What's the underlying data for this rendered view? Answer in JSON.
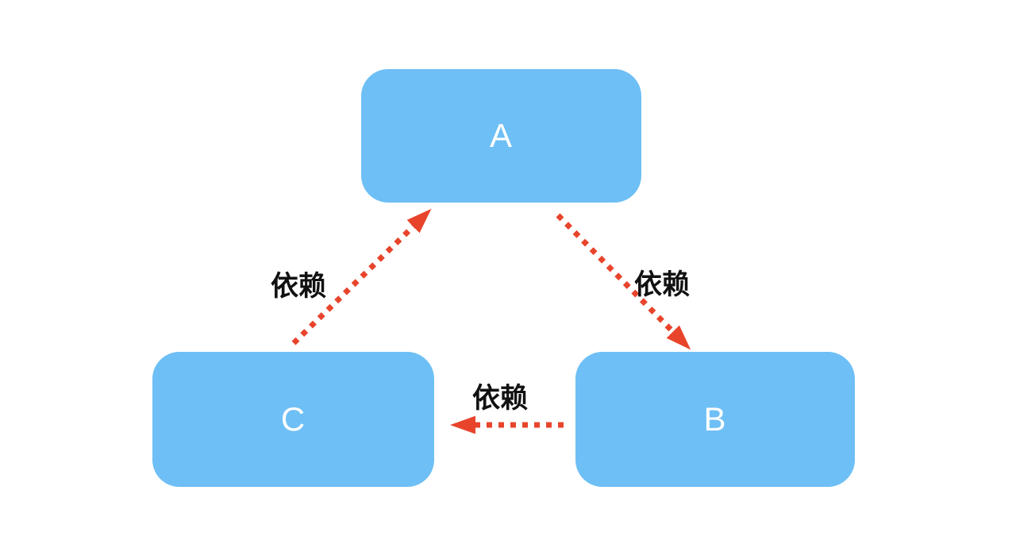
{
  "diagram": {
    "title": "circular dependency diagram",
    "background": "#FFFFFF",
    "nodes": [
      {
        "id": "A",
        "label": "A",
        "position": "top-center"
      },
      {
        "id": "B",
        "label": "B",
        "position": "bottom-right"
      },
      {
        "id": "C",
        "label": "C",
        "position": "bottom-left"
      }
    ],
    "edges": [
      {
        "from": "C",
        "to": "A",
        "label": "依赖",
        "style": "dotted-arrow"
      },
      {
        "from": "A",
        "to": "B",
        "label": "依赖",
        "style": "dotted-arrow"
      },
      {
        "from": "B",
        "to": "C",
        "label": "依赖",
        "style": "dotted-arrow"
      }
    ],
    "colors": {
      "node_fill": "#6EBFF5",
      "node_text": "#FFFFFF",
      "arrow": "#E8442C",
      "edge_label_text": "#111111"
    }
  }
}
